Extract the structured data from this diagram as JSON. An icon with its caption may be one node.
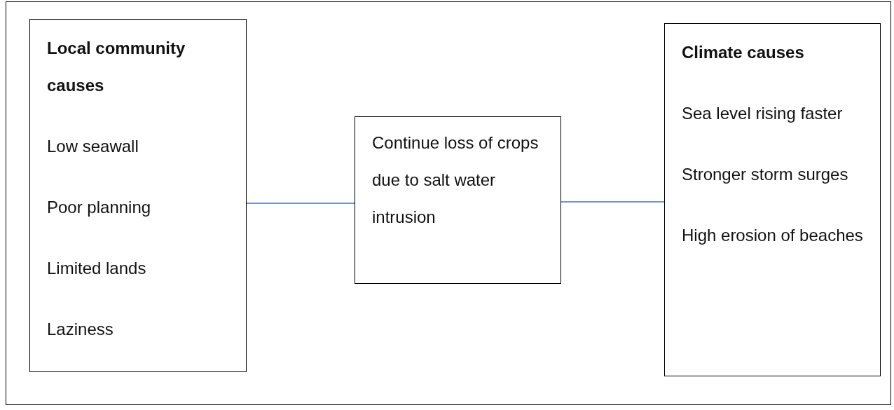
{
  "diagram": {
    "nodes": [
      {
        "text": [
          "Local community causes",
          "Low seawall",
          "Poor planning",
          "Limited lands",
          "Laziness"
        ]
      },
      {
        "text": [
          "Continue loss of crops due to salt water intrusion"
        ]
      },
      {
        "text": [
          "Climate causes",
          "Sea level rising faster",
          "Stronger storm surges",
          "High erosion of beaches"
        ]
      }
    ],
    "edges": [
      {
        "from": 0,
        "to": 1,
        "arrow": "none"
      },
      {
        "from": 1,
        "to": 2,
        "arrow": "none"
      }
    ]
  }
}
